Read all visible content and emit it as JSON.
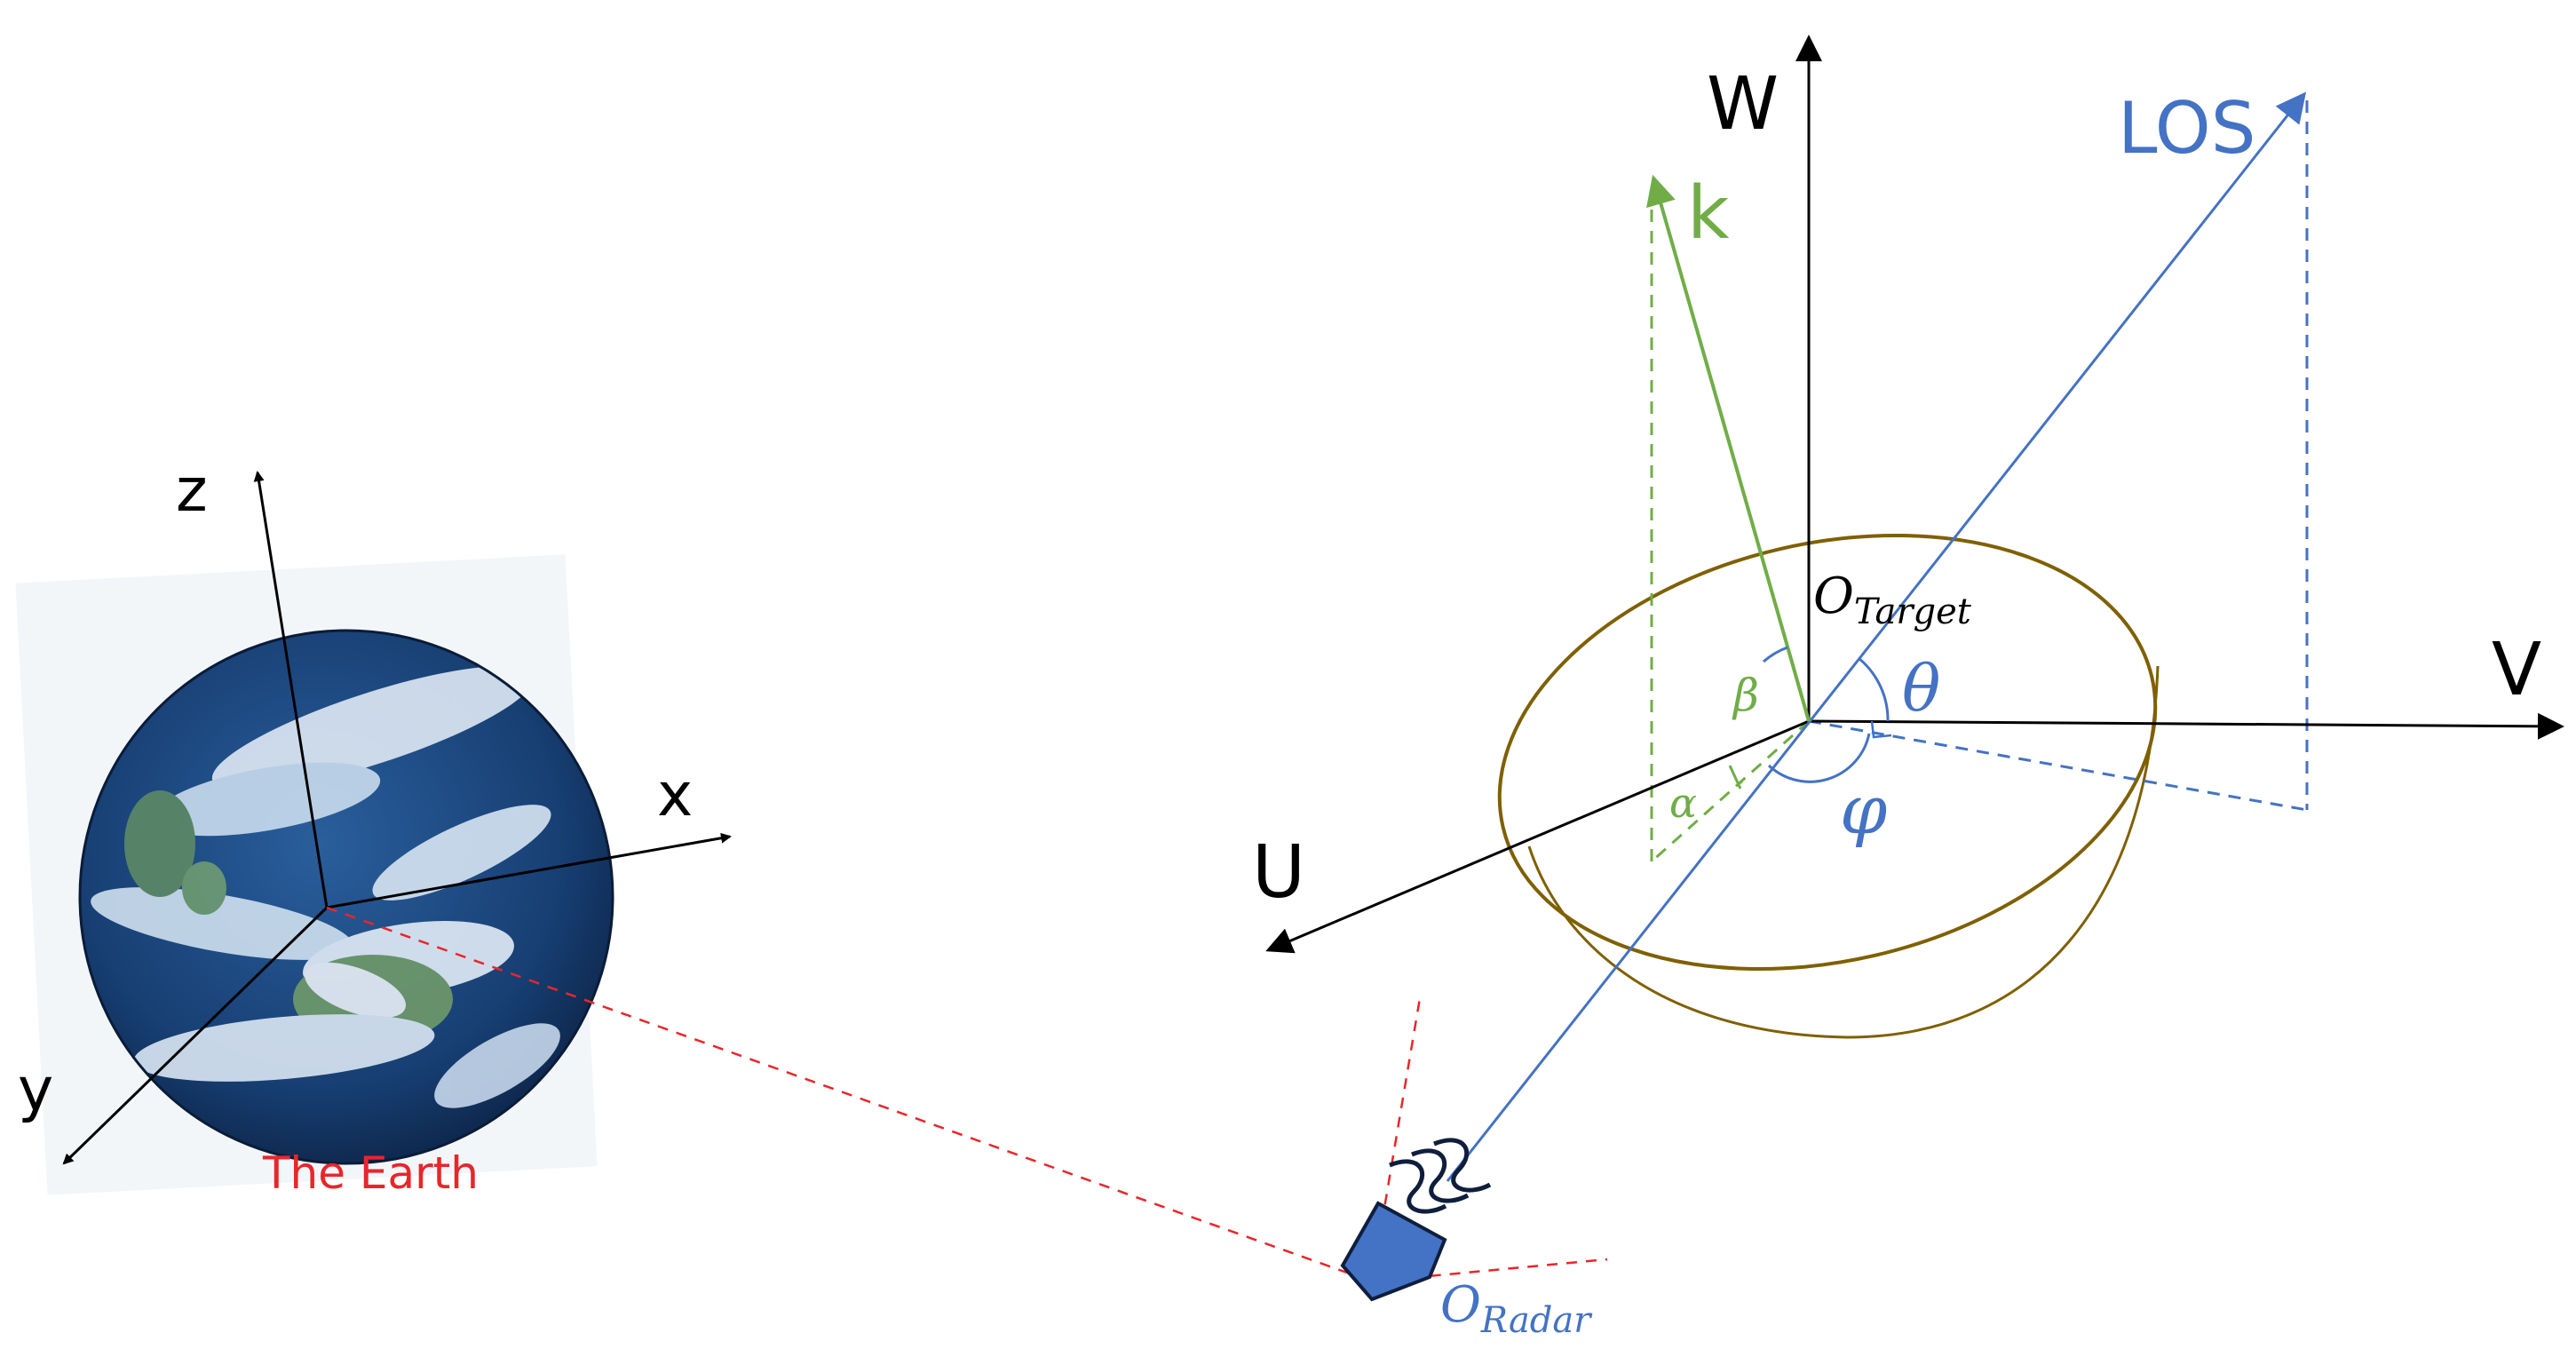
{
  "diagram": {
    "earth": {
      "caption": "The Earth",
      "axes": {
        "z": "z",
        "x": "x",
        "y": "y"
      }
    },
    "target_frame": {
      "axes": {
        "w": "W",
        "v": "V",
        "u": "U"
      },
      "origin": {
        "main": "O",
        "sub": "Target"
      },
      "los": "LOS",
      "k": "k",
      "angles": {
        "theta": "θ",
        "phi": "φ",
        "alpha": "α",
        "beta": "β"
      }
    },
    "radar": {
      "origin": {
        "main": "O",
        "sub": "Radar"
      }
    },
    "colors": {
      "axis": "#000000",
      "los": "#4472c4",
      "k_vector": "#70ad47",
      "hemisphere": "#7f6000",
      "earth_link": "#e8262a",
      "radar_body": "#4472c4",
      "earth_ocean": "#1f4e8c"
    },
    "icons": [
      "earth-globe-icon",
      "radar-antenna-icon",
      "radar-wave-icon"
    ]
  }
}
